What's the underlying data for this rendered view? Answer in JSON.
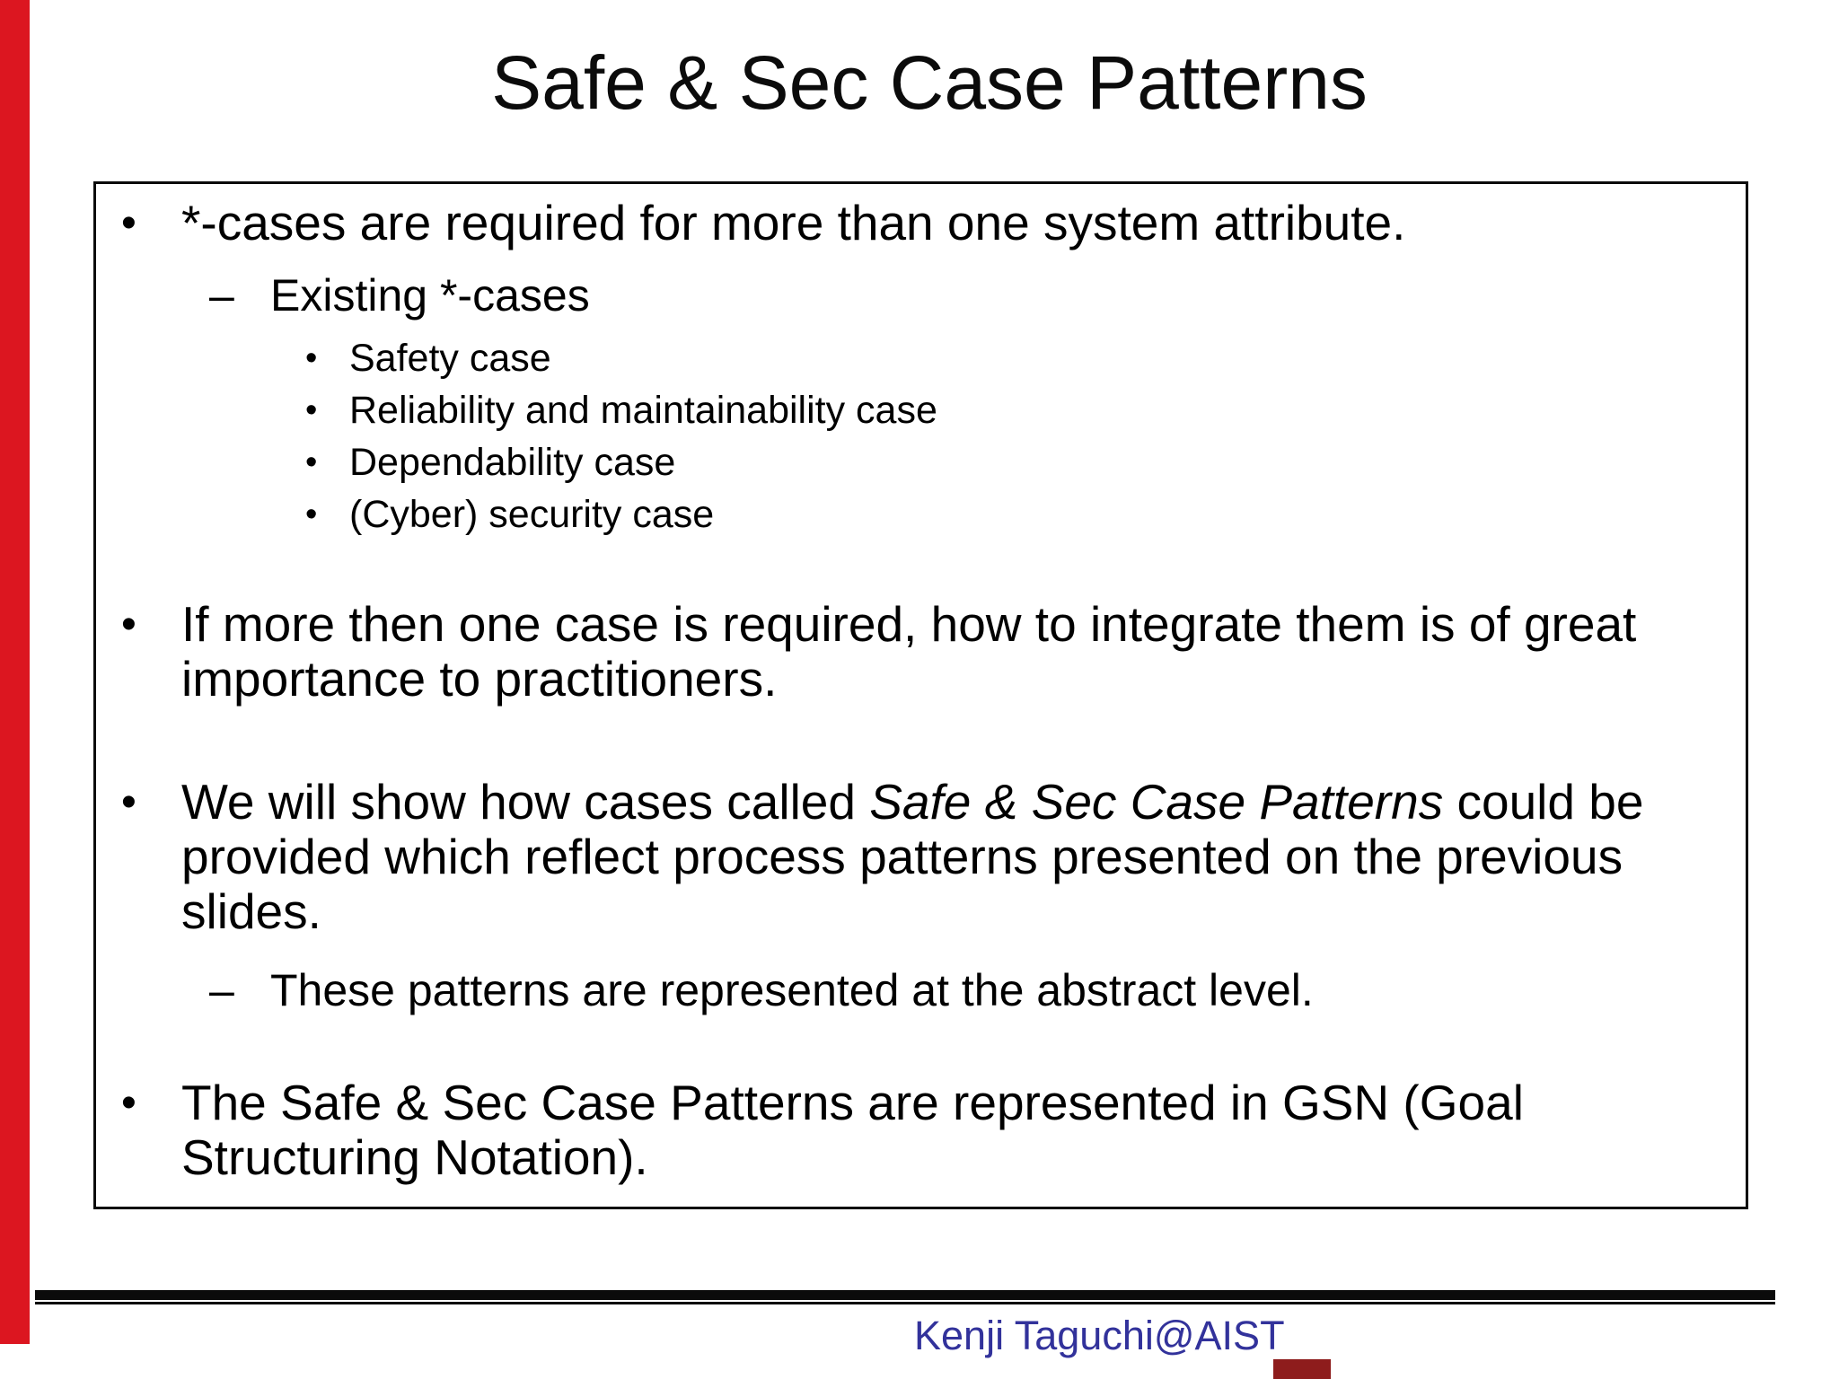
{
  "slide": {
    "title": "Safe & Sec Case Patterns",
    "footer": "Kenji Taguchi@AIST"
  },
  "glyphs": {
    "bullet": "•",
    "dash": "–"
  },
  "content": {
    "b1": "*-cases are required for more than one system attribute.",
    "d1": "Existing *-cases",
    "subs": [
      "Safety case",
      "Reliability and maintainability case",
      "Dependability case",
      "(Cyber) security case"
    ],
    "b2": "If more then one case is required, how to integrate them is of great importance to practitioners.",
    "b3_pre": "We will show how cases called ",
    "b3_em": "Safe & Sec Case Patterns",
    "b3_post": " could be provided which reflect process patterns presented on the previous slides.",
    "d2": "These patterns are represented at the abstract level.",
    "b4": "The Safe & Sec Case Patterns are represented in GSN (Goal Structuring Notation)."
  },
  "colors": {
    "left_bar_red": "#dc1620",
    "bottom_marker_red": "#8e1c1c",
    "footer_text_blue": "#32329b",
    "text_black": "#0b0b0b"
  }
}
